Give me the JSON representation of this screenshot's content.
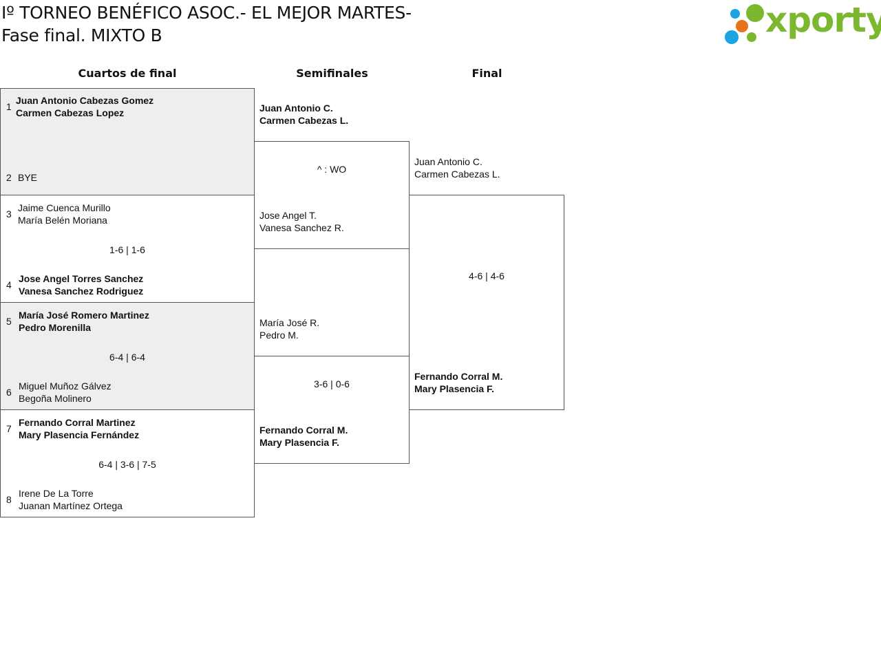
{
  "title": {
    "line1": "Iº TORNEO BENÉFICO ASOC.- EL MEJOR MARTES-",
    "line2": "Fase final. MIXTO B"
  },
  "logo": {
    "text": "xporty",
    "brand_color": "#7cb82f",
    "dot_colors": [
      "#7cb82f",
      "#1ba3e3",
      "#e8711c"
    ]
  },
  "rounds": {
    "quarters": "Cuartos de final",
    "semis": "Semifinales",
    "final": "Final"
  },
  "quarterfinals": [
    {
      "top": {
        "seed": "1",
        "name1": "Juan Antonio Cabezas Gomez",
        "name2": "Carmen Cabezas Lopez"
      },
      "score": "",
      "bottom": {
        "seed": "2",
        "name1": "BYE",
        "name2": ""
      }
    },
    {
      "top": {
        "seed": "3",
        "name1": "Jaime Cuenca Murillo",
        "name2": "María Belén Moriana"
      },
      "score": "1-6 | 1-6",
      "bottom": {
        "seed": "4",
        "name1": "Jose Angel Torres Sanchez",
        "name2": "Vanesa Sanchez Rodriguez"
      }
    },
    {
      "top": {
        "seed": "5",
        "name1": "María José Romero Martinez",
        "name2": "Pedro Morenilla"
      },
      "score": "6-4 | 6-4",
      "bottom": {
        "seed": "6",
        "name1": "Miguel Muñoz Gálvez",
        "name2": "Begoña Molinero"
      }
    },
    {
      "top": {
        "seed": "7",
        "name1": "Fernando Corral Martinez",
        "name2": "Mary Plasencia Fernández"
      },
      "score": "6-4 | 3-6 | 7-5",
      "bottom": {
        "seed": "8",
        "name1": "Irene De La Torre",
        "name2": "Juanan Martínez Ortega"
      }
    }
  ],
  "semifinals": [
    {
      "top": {
        "name1": "Juan Antonio C.",
        "name2": "Carmen Cabezas L."
      },
      "score": "^ : WO",
      "bottom": {
        "name1": "Jose Angel T.",
        "name2": "Vanesa Sanchez R."
      }
    },
    {
      "top": {
        "name1": "María José R.",
        "name2": "Pedro M."
      },
      "score": "3-6 | 0-6",
      "bottom": {
        "name1": "Fernando Corral M.",
        "name2": "Mary Plasencia F."
      }
    }
  ],
  "final": {
    "top": {
      "name1": "Juan Antonio C.",
      "name2": "Carmen Cabezas L."
    },
    "score": "4-6 | 4-6",
    "bottom": {
      "name1": "Fernando Corral M.",
      "name2": "Mary Plasencia F."
    }
  }
}
